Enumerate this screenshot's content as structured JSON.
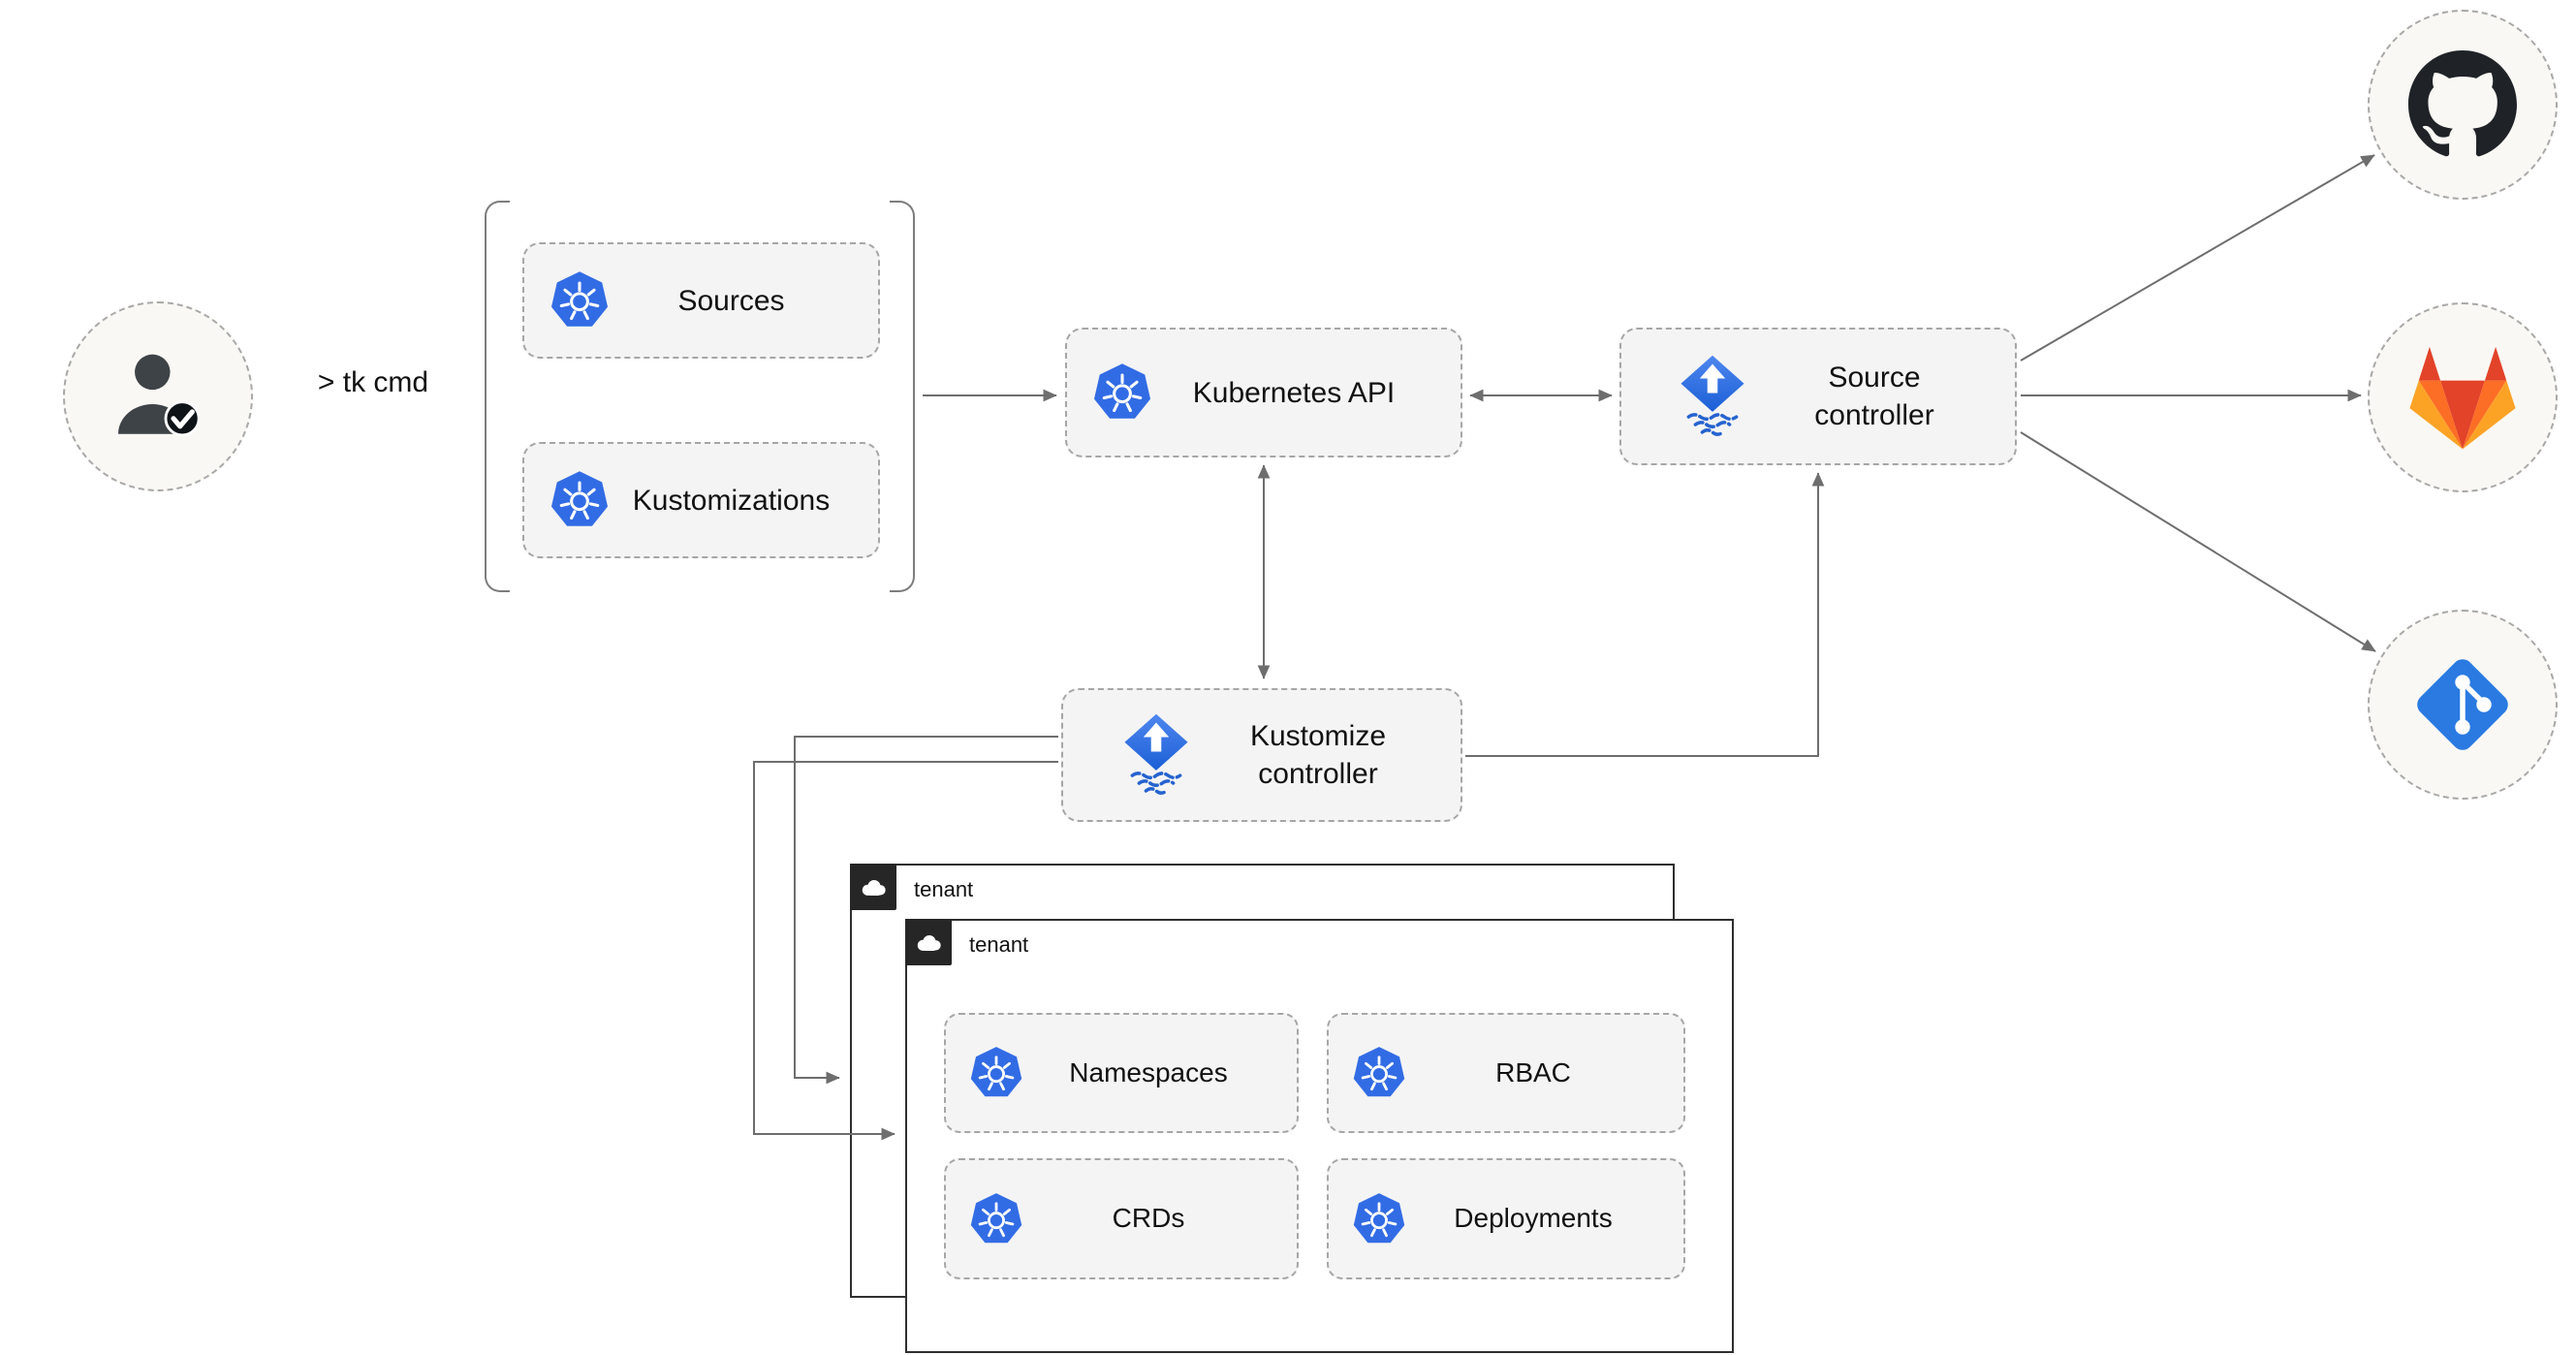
{
  "labels": {
    "tk_cmd": "> tk cmd"
  },
  "nodes": {
    "sources": {
      "label": "Sources"
    },
    "kustomizations": {
      "label": "Kustomizations"
    },
    "kubernetes_api": {
      "label": "Kubernetes API"
    },
    "source_controller": {
      "label": "Source controller"
    },
    "kustomize_controller": {
      "label": "Kustomize controller"
    }
  },
  "providers": [
    {
      "name": "github"
    },
    {
      "name": "gitlab"
    },
    {
      "name": "git"
    }
  ],
  "tenants": [
    {
      "label": "tenant"
    },
    {
      "label": "tenant"
    }
  ],
  "resources": [
    {
      "label": "Namespaces"
    },
    {
      "label": "RBAC"
    },
    {
      "label": "CRDs"
    },
    {
      "label": "Deployments"
    }
  ],
  "colors": {
    "kubernetes_blue": "#326ce5",
    "flux_blue_top": "#4f87ef",
    "flux_blue_bottom": "#1b5fd6",
    "flux_wave_blue": "#2563cf",
    "github_black": "#1f2328",
    "gitlab_red": "#e24329",
    "gitlab_orange": "#fc6d26",
    "gitlab_amber": "#fca326",
    "git_blue": "#2a7ae2",
    "line_gray": "#6e6e6e",
    "box_fill": "#f4f4f4",
    "box_border": "#a6a6a6"
  }
}
